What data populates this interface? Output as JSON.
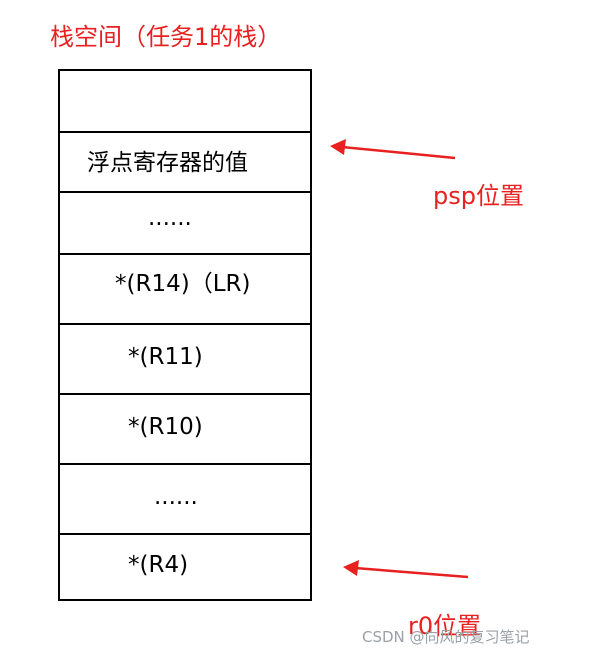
{
  "title": "栈空间（任务1的栈）",
  "cells": [
    "",
    "浮点寄存器的值",
    "......",
    "*(R14)（LR)",
    "*(R11)",
    "*(R10)",
    "......",
    "*(R4)"
  ],
  "pointers": {
    "psp": "psp位置",
    "r0": "r0位置"
  },
  "watermark": "CSDN @向风的复习笔记",
  "colors": {
    "accent": "#e8201f",
    "border": "#000000",
    "text": "#000000",
    "watermark": "#9aa0a6"
  }
}
